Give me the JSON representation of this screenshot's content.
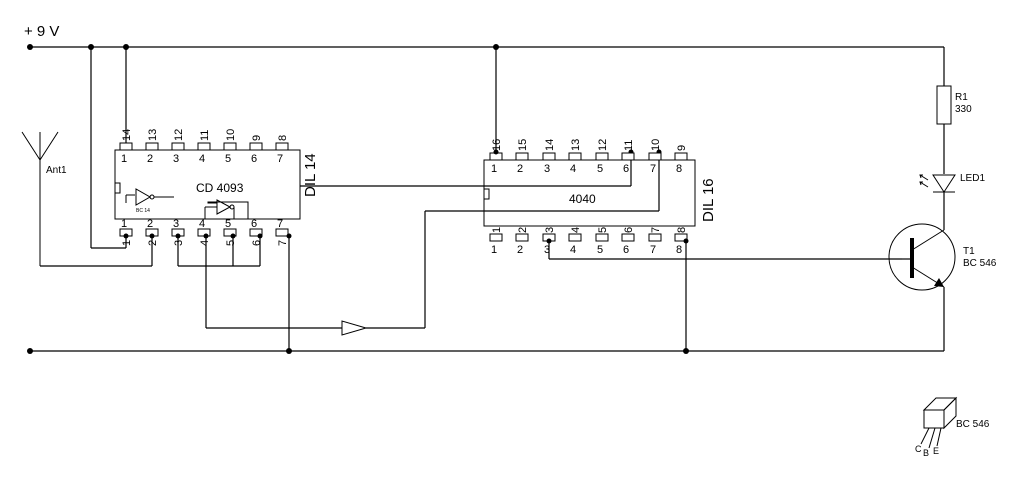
{
  "supply": {
    "label": "+ 9 V"
  },
  "antenna": {
    "label": "Ant1"
  },
  "ic1": {
    "name": "CD 4093",
    "package": "DIL 14",
    "top_pins": [
      "14",
      "13",
      "12",
      "11",
      "10",
      "9",
      "8"
    ],
    "bottom_pins": [
      "1",
      "2",
      "3",
      "4",
      "5",
      "6",
      "7"
    ],
    "top_inner": [
      "1",
      "2",
      "3",
      "4",
      "5",
      "6",
      "7"
    ],
    "bottom_inner": [
      "1",
      "2",
      "3",
      "4",
      "5",
      "6",
      "7"
    ],
    "gate_label": "BC 14"
  },
  "ic2": {
    "name": "4040",
    "package": "DIL 16",
    "top_pins": [
      "16",
      "15",
      "14",
      "13",
      "12",
      "11",
      "10",
      "9"
    ],
    "bottom_pins": [
      "1",
      "2",
      "3",
      "4",
      "5",
      "6",
      "7",
      "8"
    ],
    "top_inner": [
      "1",
      "2",
      "3",
      "4",
      "5",
      "6",
      "7",
      "8"
    ]
  },
  "r1": {
    "name": "R1",
    "value": "330"
  },
  "led1": {
    "name": "LED1"
  },
  "t1": {
    "name": "T1",
    "type": "BC 546"
  },
  "pinout": {
    "type": "BC 546",
    "pins": [
      "C",
      "B",
      "E"
    ]
  }
}
